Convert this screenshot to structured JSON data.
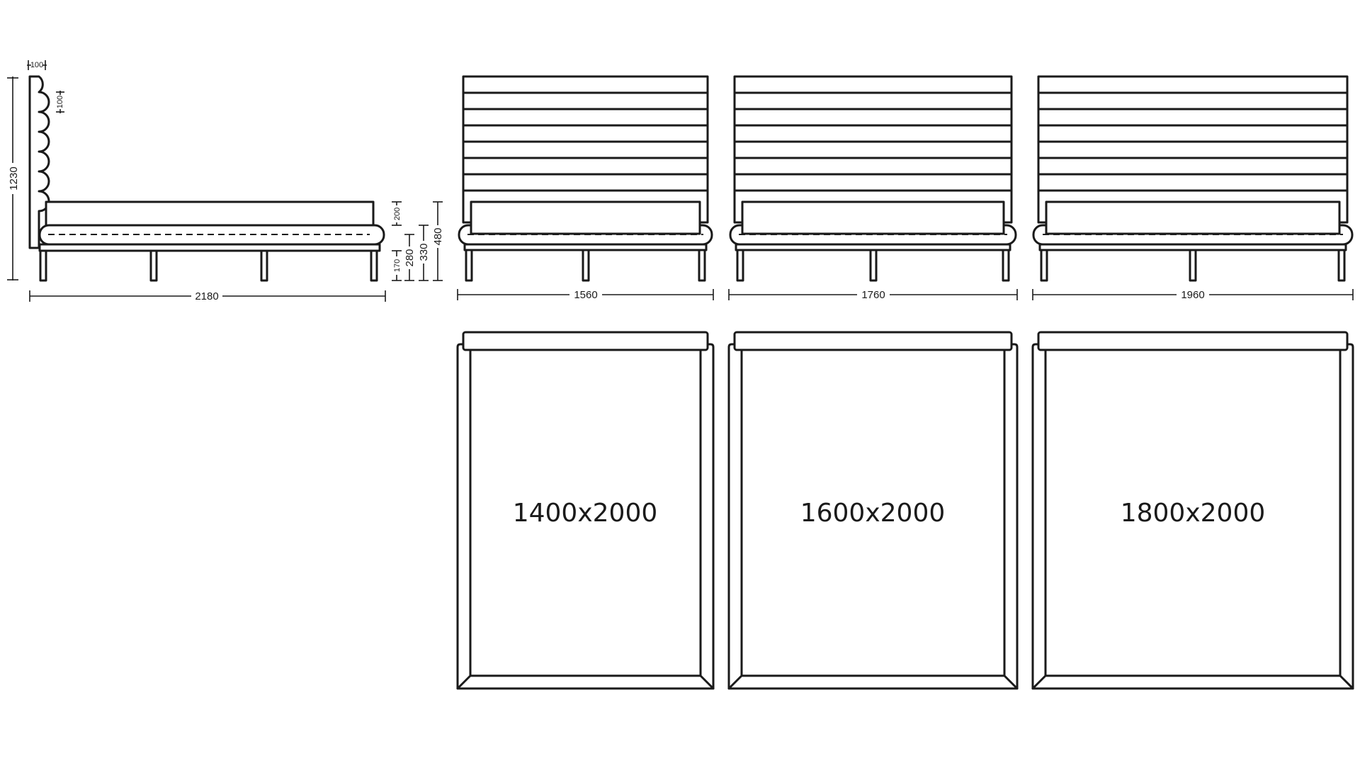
{
  "side_view": {
    "length": "2180",
    "height": "1230",
    "headboard_thickness": "100",
    "cushion_pitch": "100",
    "mattress_height": "200",
    "leg_height": "170",
    "frame_height": "280",
    "platform_height": "330",
    "top_height": "480"
  },
  "front_views": [
    {
      "width": "1560"
    },
    {
      "width": "1760"
    },
    {
      "width": "1960"
    }
  ],
  "top_views": [
    {
      "size": "1400x2000"
    },
    {
      "size": "1600x2000"
    },
    {
      "size": "1800x2000"
    }
  ],
  "colors": {
    "line": "#1a1a1a",
    "background": "#ffffff"
  }
}
